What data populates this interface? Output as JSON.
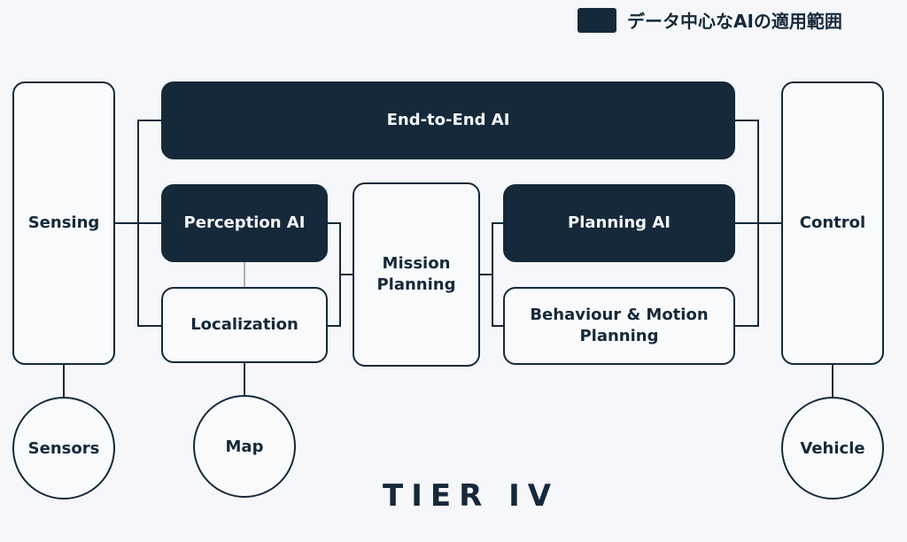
{
  "legend": {
    "label": "データ中心なAIの適用範囲",
    "swatch_color": "#16293a"
  },
  "nodes": {
    "sensing": "Sensing",
    "end_to_end_ai": "End-to-End AI",
    "perception_ai": "Perception AI",
    "localization": "Localization",
    "mission_planning": "Mission\nPlanning",
    "planning_ai": "Planning AI",
    "behaviour_motion_planning": "Behaviour & Motion\nPlanning",
    "control": "Control"
  },
  "circles": {
    "sensors": "Sensors",
    "map": "Map",
    "vehicle": "Vehicle"
  },
  "logo": "TIER IV",
  "colors": {
    "dark": "#16293a",
    "light": "#f8fafc",
    "background": "#f5f7fa"
  }
}
